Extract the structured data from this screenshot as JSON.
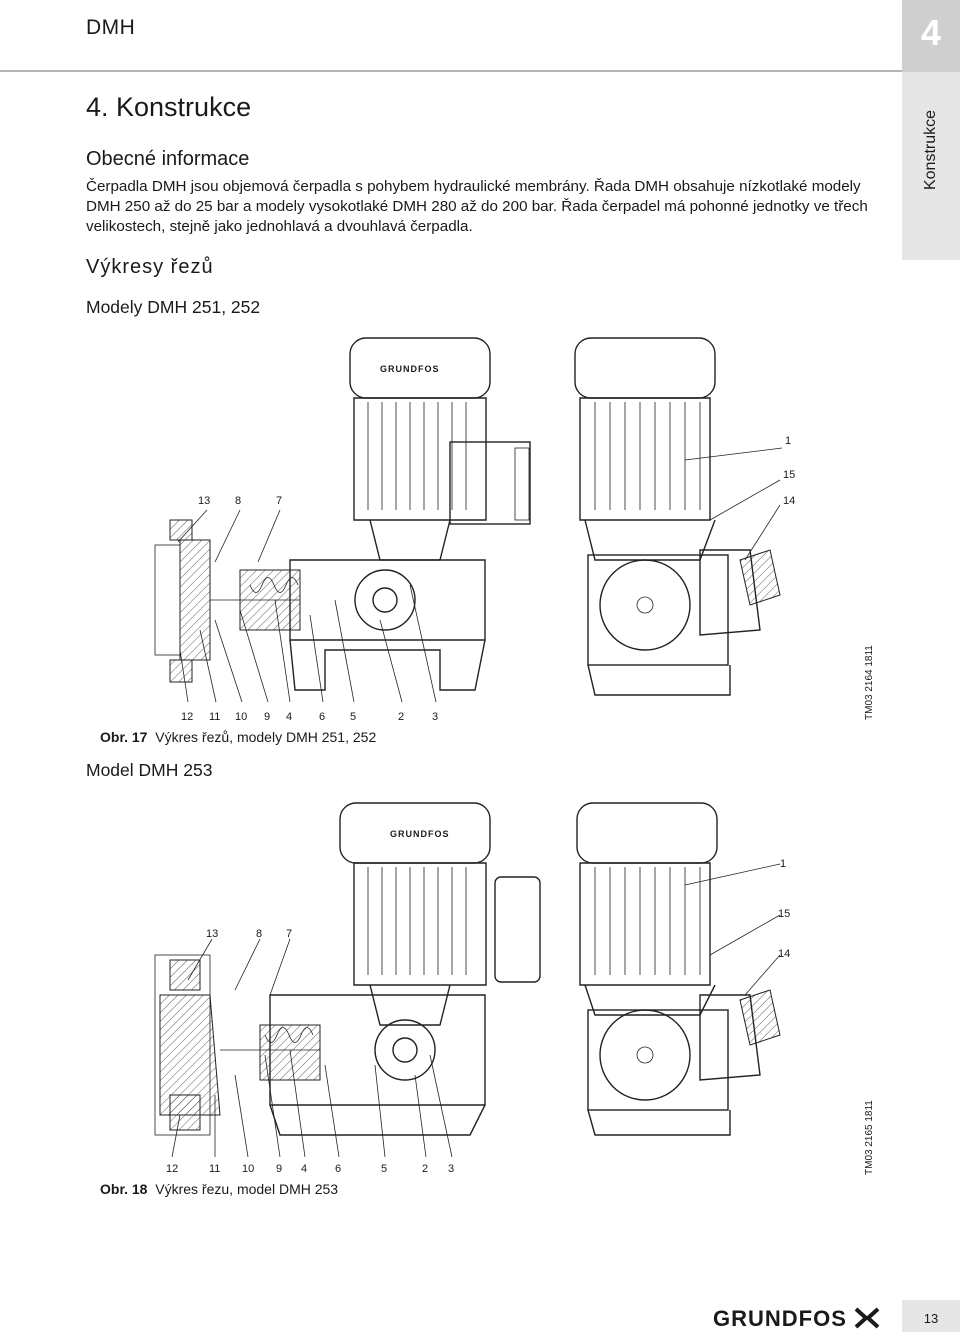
{
  "header": {
    "title": "DMH",
    "chapter_number": "4",
    "side_label": "Konstrukce"
  },
  "section": {
    "title": "4. Konstrukce",
    "subtitle": "Obecné informace",
    "paragraph": "Čerpadla DMH jsou objemová čerpadla s pohybem hydraulické membrány. Řada DMH obsahuje nízkotlaké modely DMH 250 až do 25 bar a modely vysokotlaké DMH 280 až do 200 bar. Řada čerpadel má pohonné jednotky ve třech velikostech, stejně jako jednohlavá a dvouhlavá čerpadla.",
    "drawings_title": "Výkresy řezů"
  },
  "figures": [
    {
      "heading": "Modely DMH 251, 252",
      "logo_text": "GRUNDFOS",
      "top_labels": [
        "13",
        "8",
        "7"
      ],
      "right_labels": [
        "1",
        "15",
        "14"
      ],
      "bottom_labels": [
        "12",
        "11",
        "10",
        "9",
        "4",
        "6",
        "5",
        "2",
        "3"
      ],
      "caption_label": "Obr. 17",
      "caption_text": "Výkres řezů, modely DMH 251, 252",
      "ref_code": "TM03 2164 1811"
    },
    {
      "heading": "Model DMH 253",
      "logo_text": "GRUNDFOS",
      "top_labels": [
        "13",
        "8",
        "7"
      ],
      "right_labels": [
        "1",
        "15",
        "14"
      ],
      "bottom_labels": [
        "12",
        "11",
        "10",
        "9",
        "4",
        "6",
        "5",
        "2",
        "3"
      ],
      "caption_label": "Obr. 18",
      "caption_text": "Výkres řezu, model DMH 253",
      "ref_code": "TM03 2165 1811"
    }
  ],
  "footer": {
    "brand": "GRUNDFOS",
    "page_number": "13",
    "logo_icon": "grundfos-x-icon"
  }
}
